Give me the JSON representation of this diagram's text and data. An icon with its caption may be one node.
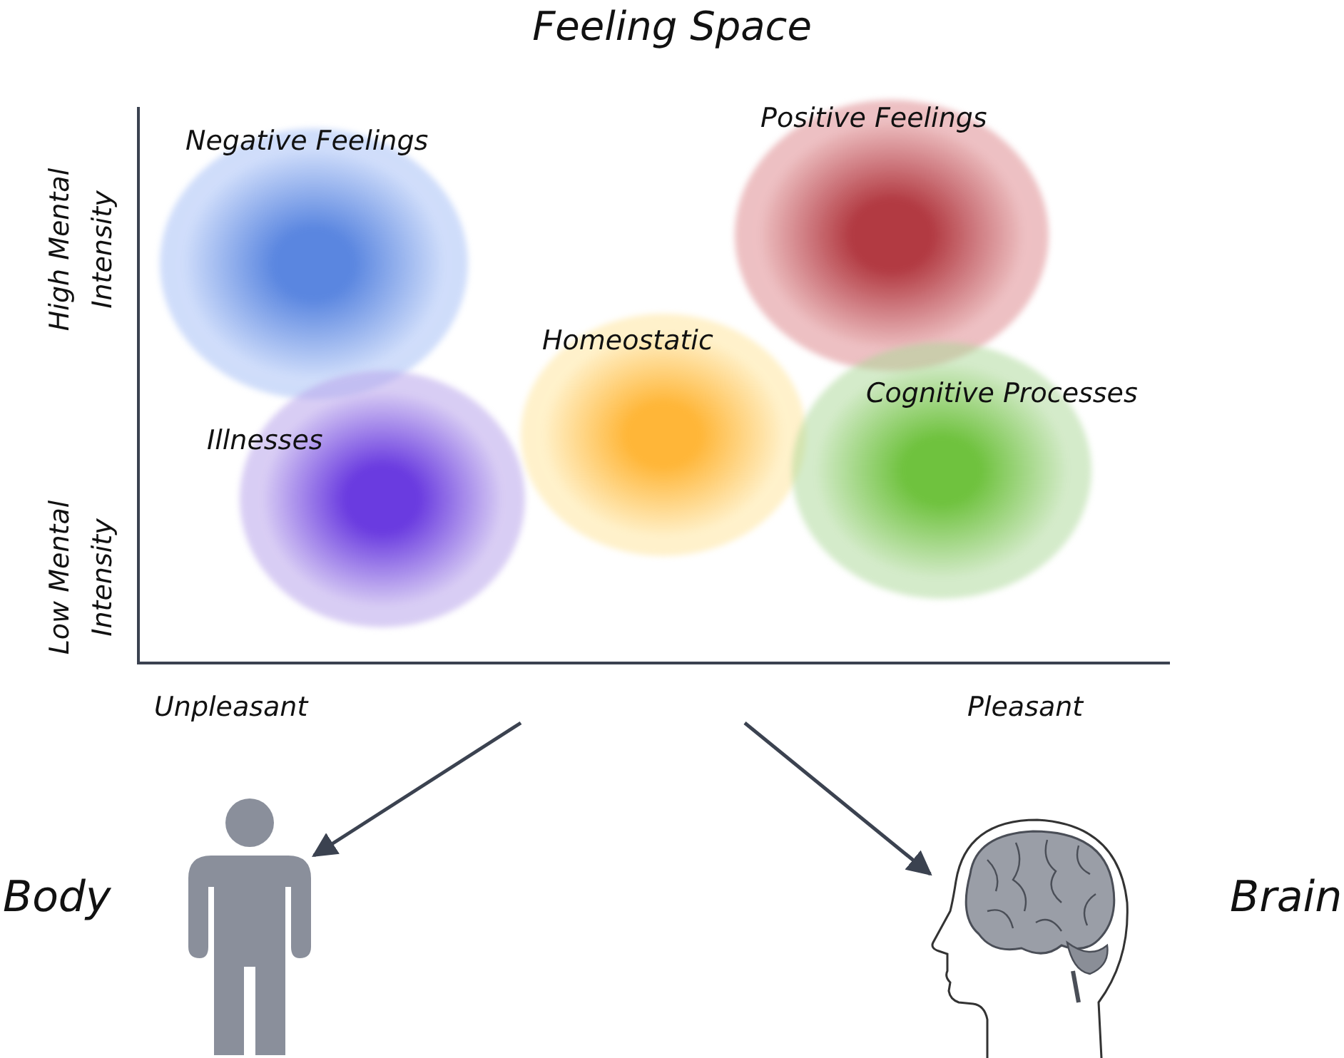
{
  "diagram": {
    "title": "Feeling Space",
    "nodes": [
      {
        "text": [
          "Negative Feelings"
        ]
      },
      {
        "text": [
          "Positive Feelings"
        ]
      },
      {
        "text": [
          "Homeostatic"
        ]
      },
      {
        "text": [
          "Cognitive Processes"
        ]
      },
      {
        "text": [
          "Illnesses"
        ]
      },
      {
        "text": [],
        "shape": "person",
        "beside": [
          "Body"
        ]
      },
      {
        "text": [],
        "shape": "picture",
        "beside": [
          "Brain"
        ]
      }
    ],
    "edges": [
      {
        "from": null,
        "to": 5,
        "arrow": "to"
      },
      {
        "from": null,
        "to": 6,
        "arrow": "to"
      }
    ],
    "labels": [
      "High Mental Intensity",
      "Low Mental Intensity",
      "Unpleasant",
      "Pleasant"
    ]
  }
}
